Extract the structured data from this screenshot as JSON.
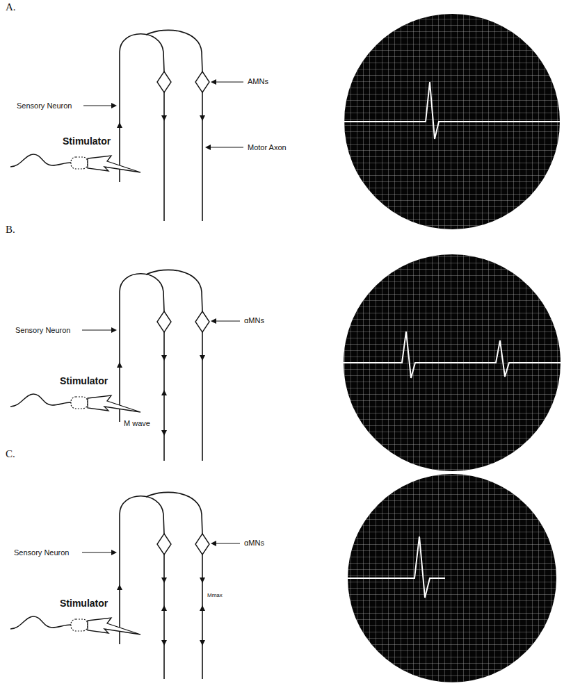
{
  "diagram": {
    "labels": [
      "A.",
      "Sensory Neuron",
      "Stimulator",
      "AMNs",
      "Motor Axon",
      "B.",
      "Sensory Neuron",
      "Stimulator",
      "αMNs",
      "M wave",
      "C.",
      "Sensory Neuron",
      "Stimulator",
      "αMNs",
      "Mmax"
    ]
  }
}
